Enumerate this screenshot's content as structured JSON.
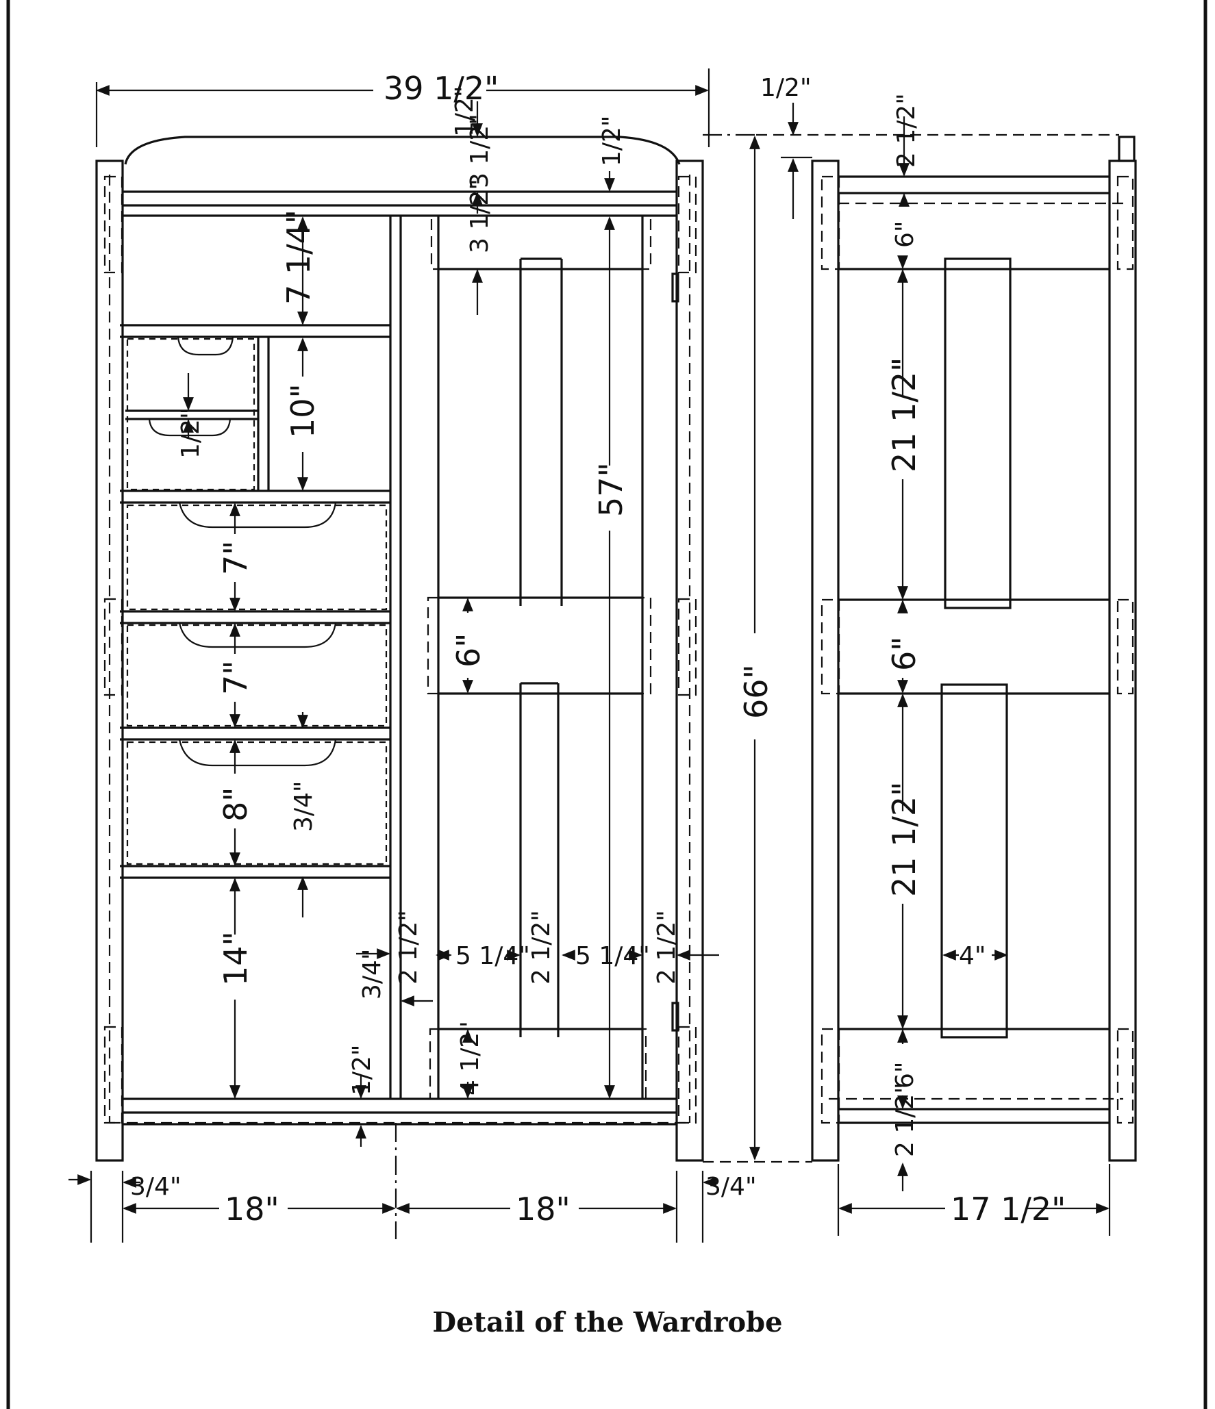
{
  "caption": "Detail of the Wardrobe",
  "dimensions": {
    "overall_width": "39 1/2\"",
    "overall_height": "66\"",
    "top_rail_thickness": "1/2\"",
    "top_arch_rise": "3 1/2\"",
    "top_rail_gap": "1/2\"",
    "door_top_rail": "3 1/2\"",
    "upper_compartment": "7 1/4\"",
    "small_drawer_divider": "1/2\"",
    "pigeonhole_height": "10\"",
    "drawer_1": "7\"",
    "drawer_2": "7\"",
    "drawer_3": "8\"",
    "shelf_thickness": "3/4\"",
    "bottom_space": "14\"",
    "partition": "3/4\"",
    "bottom_rail": "1/2\"",
    "door_height": "57\"",
    "door_mid_rail": "6\"",
    "door_bottom_rail": "4 1/2\"",
    "door_stile_left": "2 1/2\"",
    "door_panel_left": "5 1/4\"",
    "door_center_stile": "2 1/2\"",
    "door_panel_right": "5 1/4\"",
    "door_stile_right": "2 1/2\"",
    "post_left": "3/4\"",
    "left_section": "18\"",
    "right_section": "18\"",
    "post_right": "3/4\"",
    "side_top_offset": "1/2\"",
    "side_top_rail": "2 1/2\"",
    "side_upper_rail": "6\"",
    "side_upper_panel": "21 1/2\"",
    "side_mid_rail": "6\"",
    "side_lower_panel": "21 1/2\"",
    "side_panel_width": "4\"",
    "side_lower_rail": "6\"",
    "side_bottom_rail": "2 1/2\"",
    "side_depth": "17 1/2\""
  }
}
